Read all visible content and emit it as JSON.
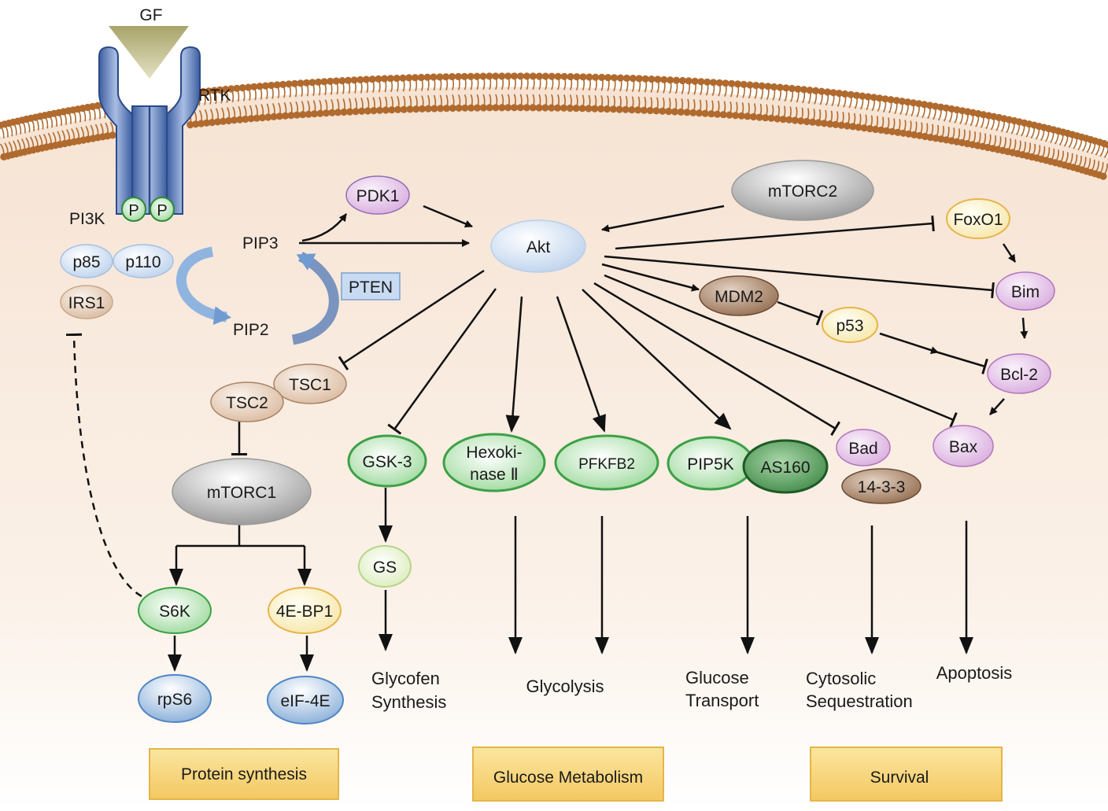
{
  "labels": {
    "gf": "GF",
    "rtk": "RTK",
    "pi3k": "PI3K",
    "phospho": "P",
    "pip3": "PIP3",
    "pip2": "PIP2",
    "pten": "PTEN"
  },
  "nodes": {
    "p85": "p85",
    "p110": "p110",
    "irs1": "IRS1",
    "pdk1": "PDK1",
    "akt": "Akt",
    "mtorc2": "mTORC2",
    "foxo1": "FoxO1",
    "bim": "Bim",
    "mdm2": "MDM2",
    "p53": "p53",
    "bcl2": "Bcl-2",
    "bax": "Bax",
    "bad": "Bad",
    "p1433": "14-3-3",
    "tsc1": "TSC1",
    "tsc2": "TSC2",
    "mtorc1": "mTORC1",
    "s6k": "S6K",
    "ebp1": "4E-BP1",
    "rps6": "rpS6",
    "eif4e": "eIF-4E",
    "gsk3": "GSK-3",
    "gs": "GS",
    "hexokinase_line1": "Hexoki-",
    "hexokinase_line2": "nase Ⅱ",
    "pfkfb2": "PFKFB2",
    "pip5k": "PIP5K",
    "as160": "AS160"
  },
  "outcomes": {
    "glycogen_line1": "Glycofen",
    "glycogen_line2": "Synthesis",
    "glycolysis": "Glycolysis",
    "glucose_transport_line1": "Glucose",
    "glucose_transport_line2": "Transport",
    "cytosolic_line1": "Cytosolic",
    "cytosolic_line2": "Sequestration",
    "apoptosis": "Apoptosis"
  },
  "boxes": {
    "protein_synthesis": "Protein synthesis",
    "glucose_metabolism": "Glucose Metabolism",
    "survival": "Survival"
  }
}
